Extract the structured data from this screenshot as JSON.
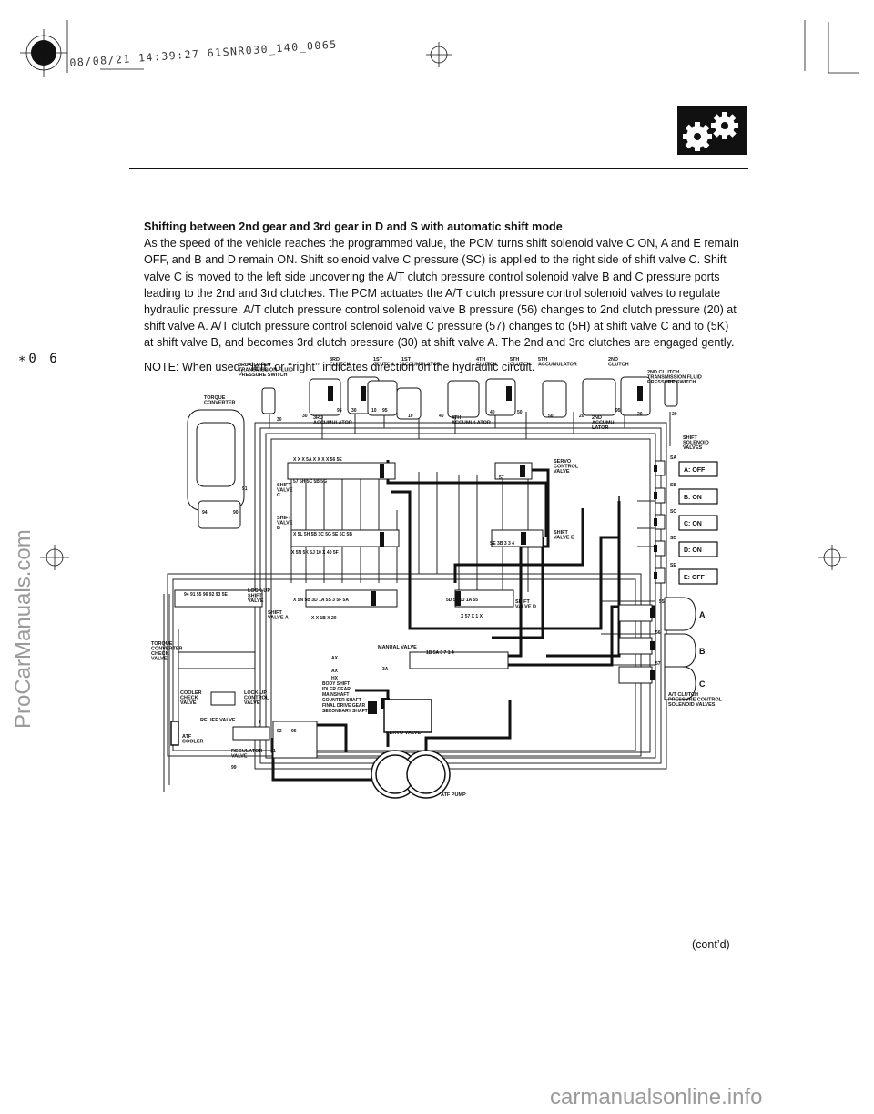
{
  "print_slug": "08/08/21 14:39:27 61SNR030_140_0065",
  "section": {
    "heading": "Shifting between 2nd gear and 3rd gear in D and S with automatic shift mode",
    "body": "As the speed of the vehicle reaches the programmed value, the PCM turns shift solenoid valve C ON, A and E remain OFF, and B and D remain ON. Shift solenoid valve C pressure (SC) is applied to the right side of shift valve C. Shift valve C is moved to the left side uncovering the A/T clutch pressure control solenoid valve B and C pressure ports leading to the 2nd and 3rd clutches. The PCM actuates the A/T clutch pressure control solenoid valves to regulate hydraulic pressure. A/T clutch pressure control solenoid valve B pressure (56) changes to 2nd clutch pressure (20) at shift valve A. A/T clutch pressure control solenoid valve C pressure (57) changes to (5H) at shift valve C and to (5K) at shift valve B, and becomes 3rd clutch pressure (30) at shift valve A. The 2nd and 3rd clutches are engaged gently.",
    "note": "NOTE: When used, ‘‘left’’ or ‘‘right’’ indicates direction on the hydraulic circuit."
  },
  "page_number": "∗0 6",
  "contd": "(cont’d)",
  "watermark_side": "ProCarManuals.com",
  "watermark_footer": "carmanualsonline.info",
  "diagram": {
    "top_labels": {
      "clutch3_switch": [
        "3RD CLUTCH",
        "TRANSMISSION FLUID",
        "PRESSURE SWITCH"
      ],
      "clutch3": [
        "3RD",
        "CLUTCH"
      ],
      "clutch1": [
        "1ST",
        "CLUTCH"
      ],
      "accum1": [
        "1ST",
        "ACCUMULATOR"
      ],
      "clutch4": [
        "4TH",
        "CLUTCH"
      ],
      "clutch5": [
        "5TH",
        "CLUTCH"
      ],
      "accum5": [
        "5TH",
        "ACCUMULATOR"
      ],
      "clutch2": [
        "2ND",
        "CLUTCH"
      ],
      "clutch2_switch": [
        "2ND CLUTCH",
        "TRANSMISSION FLUID",
        "PRESSURE SWITCH"
      ],
      "torque_converter": [
        "TORQUE",
        "CONVERTER"
      ],
      "accum3": [
        "3RD",
        "ACCUMULATOR"
      ],
      "accum4": [
        "4TH",
        "ACCUMULATOR"
      ],
      "accum2": [
        "2ND",
        "ACCUMU-",
        "LATOR"
      ]
    },
    "valve_labels": {
      "shift_c": [
        "SHIFT",
        "VALVE",
        "C"
      ],
      "shift_b": [
        "SHIFT",
        "VALVE",
        "B"
      ],
      "servo_control": [
        "SERVO",
        "CONTROL",
        "VALVE"
      ],
      "shift_e": [
        "SHIFT",
        "VALVE E"
      ],
      "lockup_shift": [
        "LOCK-UP",
        "SHIFT",
        "VALVE"
      ],
      "shift_a": [
        "SHIFT",
        "VALVE A"
      ],
      "shift_d": [
        "SHIFT",
        "VALVE D"
      ],
      "tc_check": [
        "TORQUE",
        "CONVERTER",
        "CHECK",
        "VALVE"
      ],
      "manual": "MANUAL VALVE",
      "cooler_check": [
        "COOLER",
        "CHECK",
        "VALVE"
      ],
      "lockup_control": [
        "LOCK-UP",
        "CONTROL",
        "VALVE"
      ],
      "relief": "RELIEF VALVE",
      "atf_cooler": [
        "ATF",
        "COOLER"
      ],
      "regulator": [
        "REGULATOR",
        "VALVE"
      ],
      "servo": "SERVO VALVE",
      "atf_pump": "ATF PUMP"
    },
    "solenoid_header": [
      "SHIFT",
      "SOLENOID",
      "VALVES"
    ],
    "solenoids": [
      {
        "code": "SA",
        "state": "A: OFF"
      },
      {
        "code": "SB",
        "state": "B: ON"
      },
      {
        "code": "SC",
        "state": "C: ON"
      },
      {
        "code": "SD",
        "state": "D: ON"
      },
      {
        "code": "SE",
        "state": "E: OFF"
      }
    ],
    "pressure_solenoids": [
      {
        "port": "55",
        "label": "A"
      },
      {
        "port": "56",
        "label": "B"
      },
      {
        "port": "57",
        "label": "C"
      }
    ],
    "pressure_solenoid_caption": [
      "A/T CLUTCH",
      "PRESSURE CONTROL",
      "SOLENOID VALVES"
    ],
    "port_numbers": {
      "p30a": "30",
      "p30b": "30",
      "p95a": "95",
      "p30c": "30",
      "p10": "10",
      "p95b": "95",
      "p10b": "10",
      "p40a": "40",
      "p40b": "40",
      "p50a": "50",
      "p50b": "50",
      "p20a": "20",
      "p95c": "95",
      "p20b": "20",
      "p20c": "20",
      "sc_row": "X   X X   5A   X X   X  X  56  5E",
      "sc_row2": "57     5H 5C    5B 5G",
      "sb_row": "X   5L  5H    5B 3C  5G    5E   5C 5B",
      "sb_row2": "X  5N    5K   5J  10  X  40    5F",
      "sa_row": "X  5N  5B  3D     1A   5S   3   5F 5A",
      "sa_row2": "X X        1B  X  20",
      "sd_row": "5D   5L   5J   1A   55",
      "sd_row2": "X   57  X  1  X",
      "se_row": "SE  3B   3   3   4",
      "lu_row": "94  91  55  96  92  93  5E",
      "manual_row": "1B   5A   3   7   1   4",
      "p94": "94",
      "p90": "90",
      "p91": "91",
      "p7": "7",
      "p99": "99",
      "p92": "92",
      "p95d": "95",
      "p1": "1",
      "p3a": "3A",
      "p57": "57"
    },
    "servo_legend": [
      "AX",
      "AX",
      "HX",
      "BODY SHIFT",
      "IDLER GEAR",
      "MAINSHAFT",
      "COUNTER SHAFT",
      "FINAL DRIVE GEAR",
      "SECONDARY SHAFT"
    ]
  }
}
